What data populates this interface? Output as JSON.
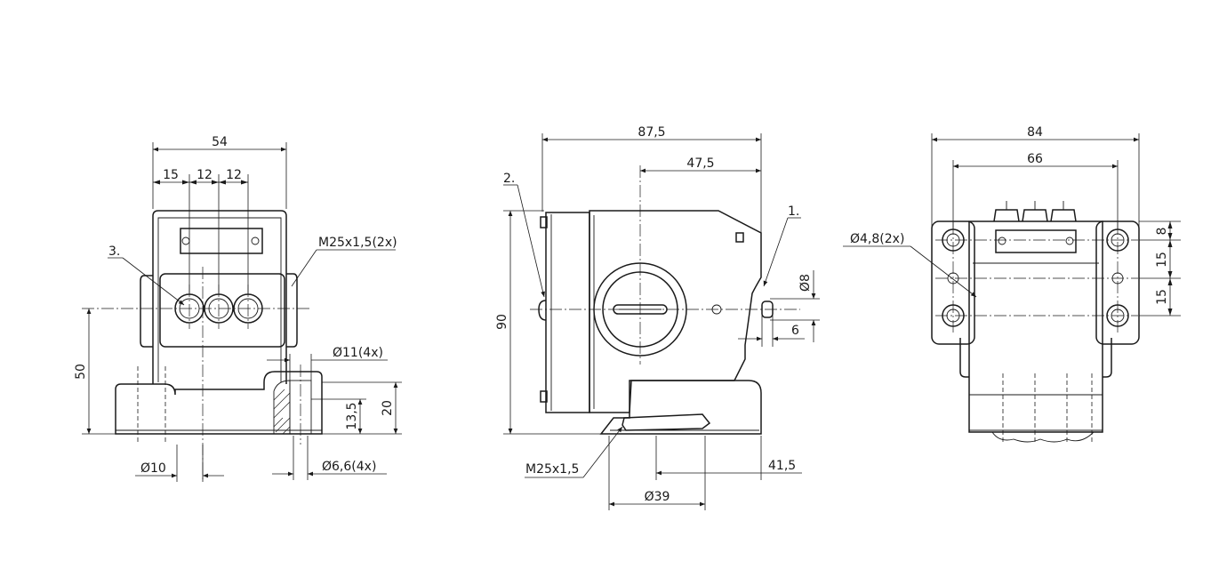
{
  "colors": {
    "line": "#1a1a1a",
    "background": "#ffffff"
  },
  "left_view": {
    "dim_overall_width": "54",
    "dim_pitch_1": "15",
    "dim_pitch_2": "12",
    "dim_pitch_3": "12",
    "thread_callout": "M25x1,5(2x)",
    "item_label": "3.",
    "dim_height": "50",
    "dim_counterbore": "Ø11(4x)",
    "dim_depth_1": "13,5",
    "dim_depth_2": "20",
    "dim_pin_diameter": "Ø10",
    "dim_hole_diameter": "Ø6,6(4x)"
  },
  "middle_view": {
    "dim_overall_width": "87,5",
    "dim_center_offset": "47,5",
    "item_label_1": "1.",
    "item_label_2": "2.",
    "dim_height": "90",
    "dim_diameter_small": "Ø8",
    "dim_offset_small": "6",
    "thread_callout": "M25x1,5",
    "dim_bottom_offset": "41,5",
    "dim_bottom_diameter": "Ø39"
  },
  "right_view": {
    "dim_overall_width": "84",
    "dim_hole_spacing": "66",
    "dim_hole_callout": "Ø4,8(2x)",
    "dim_vertical_1": "8",
    "dim_vertical_2": "15",
    "dim_vertical_3": "15"
  }
}
